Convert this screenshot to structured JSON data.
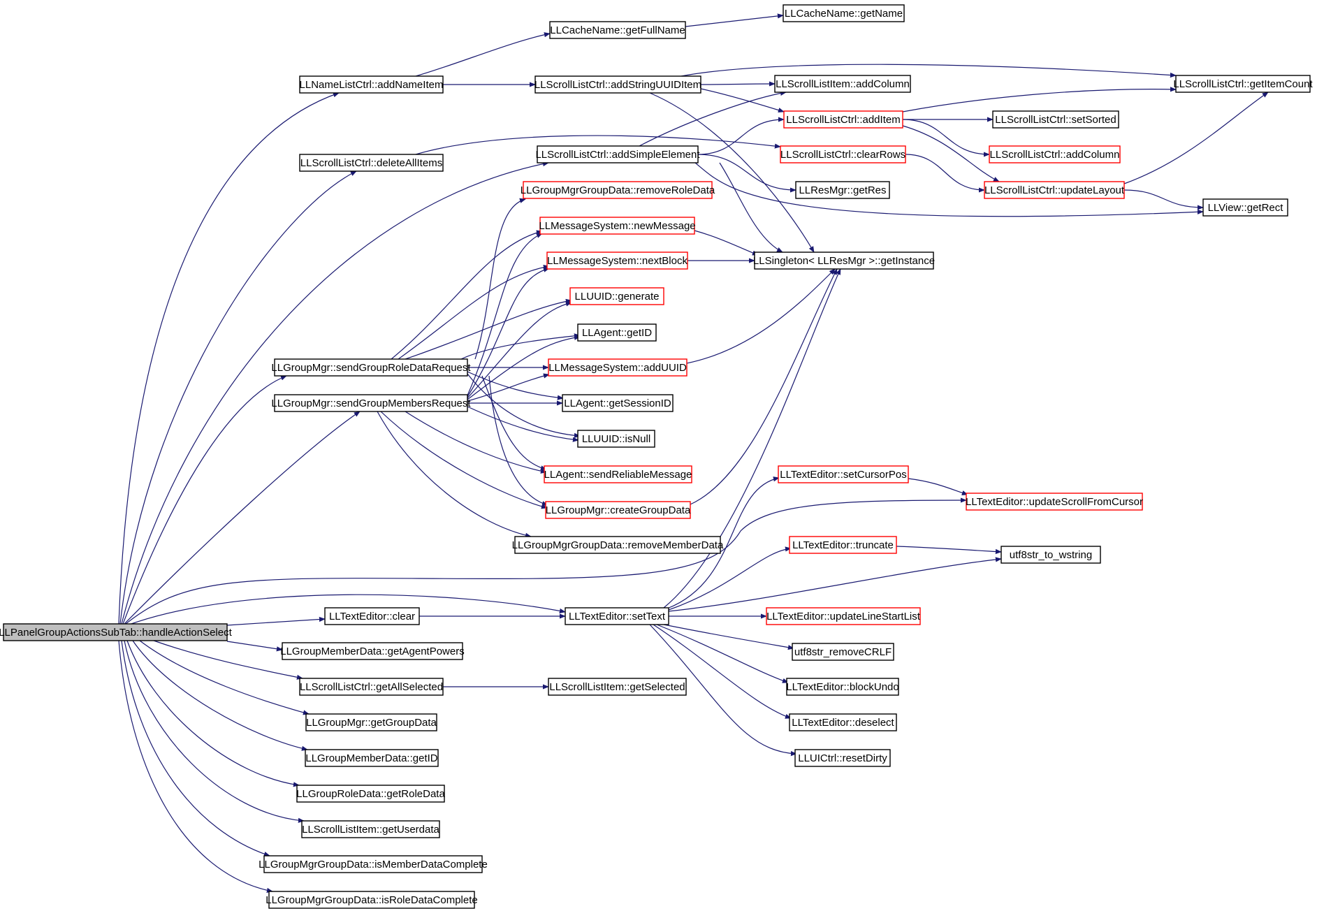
{
  "colors": {
    "edge": "#191970",
    "border_default": "#000000",
    "border_truncated": "#ff0000",
    "root_fill": "#bfbfbf",
    "background": "#ffffff",
    "text": "#000000"
  },
  "nodes": [
    {
      "id": "root",
      "label": "LLPanelGroupActionsSubTab::handleActionSelect",
      "style": "root"
    },
    {
      "id": "cache_getFullName",
      "label": "LLCacheName::getFullName",
      "style": "default"
    },
    {
      "id": "cache_getName",
      "label": "LLCacheName::getName",
      "style": "default"
    },
    {
      "id": "name_addNameItem",
      "label": "LLNameListCtrl::addNameItem",
      "style": "default"
    },
    {
      "id": "sl_addStringUUIDItem",
      "label": "LLScrollListCtrl::addStringUUIDItem",
      "style": "default"
    },
    {
      "id": "sli_addColumn",
      "label": "LLScrollListItem::addColumn",
      "style": "default"
    },
    {
      "id": "sl_getItemCount",
      "label": "LLScrollListCtrl::getItemCount",
      "style": "default"
    },
    {
      "id": "sl_addItem",
      "label": "LLScrollListCtrl::addItem",
      "style": "truncated"
    },
    {
      "id": "sl_setSorted",
      "label": "LLScrollListCtrl::setSorted",
      "style": "default"
    },
    {
      "id": "sl_deleteAllItems",
      "label": "LLScrollListCtrl::deleteAllItems",
      "style": "default"
    },
    {
      "id": "sl_addSimpleElement",
      "label": "LLScrollListCtrl::addSimpleElement",
      "style": "default"
    },
    {
      "id": "sl_clearRows",
      "label": "LLScrollListCtrl::clearRows",
      "style": "truncated"
    },
    {
      "id": "sl_addColumn",
      "label": "LLScrollListCtrl::addColumn",
      "style": "truncated"
    },
    {
      "id": "res_getRes",
      "label": "LLResMgr::getRes",
      "style": "default"
    },
    {
      "id": "sl_updateLayout",
      "label": "LLScrollListCtrl::updateLayout",
      "style": "truncated"
    },
    {
      "id": "gmgd_removeRoleData",
      "label": "LLGroupMgrGroupData::removeRoleData",
      "style": "truncated"
    },
    {
      "id": "view_getRect",
      "label": "LLView::getRect",
      "style": "default"
    },
    {
      "id": "msg_newMessage",
      "label": "LLMessageSystem::newMessage",
      "style": "truncated"
    },
    {
      "id": "msg_nextBlock",
      "label": "LLMessageSystem::nextBlock",
      "style": "truncated"
    },
    {
      "id": "singleton_getInstance",
      "label": "LLSingleton< LLResMgr >::getInstance",
      "style": "default"
    },
    {
      "id": "uuid_generate",
      "label": "LLUUID::generate",
      "style": "truncated"
    },
    {
      "id": "agent_getID",
      "label": "LLAgent::getID",
      "style": "default"
    },
    {
      "id": "gm_sendGroupRoleDataRequest",
      "label": "LLGroupMgr::sendGroupRoleDataRequest",
      "style": "default"
    },
    {
      "id": "msg_addUUID",
      "label": "LLMessageSystem::addUUID",
      "style": "truncated"
    },
    {
      "id": "gm_sendGroupMembersRequest",
      "label": "LLGroupMgr::sendGroupMembersRequest",
      "style": "default"
    },
    {
      "id": "agent_getSessionID",
      "label": "LLAgent::getSessionID",
      "style": "default"
    },
    {
      "id": "uuid_isNull",
      "label": "LLUUID::isNull",
      "style": "default"
    },
    {
      "id": "agent_sendReliableMessage",
      "label": "LLAgent::sendReliableMessage",
      "style": "truncated"
    },
    {
      "id": "te_setCursorPos",
      "label": "LLTextEditor::setCursorPos",
      "style": "truncated"
    },
    {
      "id": "te_updateScrollFromCursor",
      "label": "LLTextEditor::updateScrollFromCursor",
      "style": "truncated"
    },
    {
      "id": "gm_createGroupData",
      "label": "LLGroupMgr::createGroupData",
      "style": "truncated"
    },
    {
      "id": "gmgd_removeMemberData",
      "label": "LLGroupMgrGroupData::removeMemberData",
      "style": "default"
    },
    {
      "id": "te_truncate",
      "label": "LLTextEditor::truncate",
      "style": "truncated"
    },
    {
      "id": "utf8str_to_wstring",
      "label": "utf8str_to_wstring",
      "style": "default"
    },
    {
      "id": "te_clear",
      "label": "LLTextEditor::clear",
      "style": "default"
    },
    {
      "id": "te_setText",
      "label": "LLTextEditor::setText",
      "style": "default"
    },
    {
      "id": "te_updateLineStartList",
      "label": "LLTextEditor::updateLineStartList",
      "style": "truncated"
    },
    {
      "id": "gmd_getAgentPowers",
      "label": "LLGroupMemberData::getAgentPowers",
      "style": "default"
    },
    {
      "id": "utf8str_removeCRLF",
      "label": "utf8str_removeCRLF",
      "style": "default"
    },
    {
      "id": "sl_getAllSelected",
      "label": "LLScrollListCtrl::getAllSelected",
      "style": "default"
    },
    {
      "id": "sli_getSelected",
      "label": "LLScrollListItem::getSelected",
      "style": "default"
    },
    {
      "id": "te_blockUndo",
      "label": "LLTextEditor::blockUndo",
      "style": "default"
    },
    {
      "id": "gm_getGroupData",
      "label": "LLGroupMgr::getGroupData",
      "style": "default"
    },
    {
      "id": "te_deselect",
      "label": "LLTextEditor::deselect",
      "style": "default"
    },
    {
      "id": "gmd_getID",
      "label": "LLGroupMemberData::getID",
      "style": "default"
    },
    {
      "id": "uictrl_resetDirty",
      "label": "LLUICtrl::resetDirty",
      "style": "default"
    },
    {
      "id": "grd_getRoleData",
      "label": "LLGroupRoleData::getRoleData",
      "style": "default"
    },
    {
      "id": "sli_getUserdata",
      "label": "LLScrollListItem::getUserdata",
      "style": "default"
    },
    {
      "id": "gmgd_isMemberDataComplete",
      "label": "LLGroupMgrGroupData::isMemberDataComplete",
      "style": "default"
    },
    {
      "id": "gmgd_isRoleDataComplete",
      "label": "LLGroupMgrGroupData::isRoleDataComplete",
      "style": "default"
    }
  ],
  "edges": [
    [
      "root",
      "name_addNameItem"
    ],
    [
      "root",
      "sl_deleteAllItems"
    ],
    [
      "root",
      "sl_addSimpleElement"
    ],
    [
      "root",
      "gm_sendGroupRoleDataRequest"
    ],
    [
      "root",
      "gm_sendGroupMembersRequest"
    ],
    [
      "root",
      "te_clear"
    ],
    [
      "root",
      "te_setText"
    ],
    [
      "root",
      "te_updateScrollFromCursor"
    ],
    [
      "root",
      "gmd_getAgentPowers"
    ],
    [
      "root",
      "sl_getAllSelected"
    ],
    [
      "root",
      "gm_getGroupData"
    ],
    [
      "root",
      "gmd_getID"
    ],
    [
      "root",
      "grd_getRoleData"
    ],
    [
      "root",
      "sli_getUserdata"
    ],
    [
      "root",
      "gmgd_isMemberDataComplete"
    ],
    [
      "root",
      "gmgd_isRoleDataComplete"
    ],
    [
      "name_addNameItem",
      "cache_getFullName"
    ],
    [
      "name_addNameItem",
      "sl_addStringUUIDItem"
    ],
    [
      "cache_getFullName",
      "cache_getName"
    ],
    [
      "sl_addStringUUIDItem",
      "sli_addColumn"
    ],
    [
      "sl_addStringUUIDItem",
      "sl_getItemCount"
    ],
    [
      "sl_addStringUUIDItem",
      "sl_addItem"
    ],
    [
      "sl_addStringUUIDItem",
      "singleton_getInstance"
    ],
    [
      "sl_deleteAllItems",
      "sl_clearRows"
    ],
    [
      "sl_addSimpleElement",
      "sli_addColumn"
    ],
    [
      "sl_addSimpleElement",
      "sl_addItem"
    ],
    [
      "sl_addSimpleElement",
      "res_getRes"
    ],
    [
      "sl_addSimpleElement",
      "view_getRect"
    ],
    [
      "sl_addSimpleElement",
      "singleton_getInstance"
    ],
    [
      "sl_addItem",
      "sl_getItemCount"
    ],
    [
      "sl_addItem",
      "sl_setSorted"
    ],
    [
      "sl_addItem",
      "sl_addColumn"
    ],
    [
      "sl_addItem",
      "sl_updateLayout"
    ],
    [
      "sl_clearRows",
      "sl_updateLayout"
    ],
    [
      "sl_updateLayout",
      "sl_getItemCount"
    ],
    [
      "sl_updateLayout",
      "view_getRect"
    ],
    [
      "gm_sendGroupRoleDataRequest",
      "gmgd_removeRoleData"
    ],
    [
      "gm_sendGroupRoleDataRequest",
      "msg_newMessage"
    ],
    [
      "gm_sendGroupRoleDataRequest",
      "msg_nextBlock"
    ],
    [
      "gm_sendGroupRoleDataRequest",
      "uuid_generate"
    ],
    [
      "gm_sendGroupRoleDataRequest",
      "agent_getID"
    ],
    [
      "gm_sendGroupRoleDataRequest",
      "msg_addUUID"
    ],
    [
      "gm_sendGroupRoleDataRequest",
      "agent_getSessionID"
    ],
    [
      "gm_sendGroupRoleDataRequest",
      "uuid_isNull"
    ],
    [
      "gm_sendGroupRoleDataRequest",
      "agent_sendReliableMessage"
    ],
    [
      "gm_sendGroupRoleDataRequest",
      "gm_createGroupData"
    ],
    [
      "gm_sendGroupMembersRequest",
      "msg_newMessage"
    ],
    [
      "gm_sendGroupMembersRequest",
      "msg_nextBlock"
    ],
    [
      "gm_sendGroupMembersRequest",
      "uuid_generate"
    ],
    [
      "gm_sendGroupMembersRequest",
      "agent_getID"
    ],
    [
      "gm_sendGroupMembersRequest",
      "msg_addUUID"
    ],
    [
      "gm_sendGroupMembersRequest",
      "agent_getSessionID"
    ],
    [
      "gm_sendGroupMembersRequest",
      "uuid_isNull"
    ],
    [
      "gm_sendGroupMembersRequest",
      "agent_sendReliableMessage"
    ],
    [
      "gm_sendGroupMembersRequest",
      "gm_createGroupData"
    ],
    [
      "gm_sendGroupMembersRequest",
      "gmgd_removeMemberData"
    ],
    [
      "msg_newMessage",
      "singleton_getInstance"
    ],
    [
      "msg_nextBlock",
      "singleton_getInstance"
    ],
    [
      "msg_addUUID",
      "singleton_getInstance"
    ],
    [
      "gm_createGroupData",
      "singleton_getInstance"
    ],
    [
      "te_setCursorPos",
      "te_updateScrollFromCursor"
    ],
    [
      "te_truncate",
      "utf8str_to_wstring"
    ],
    [
      "te_clear",
      "te_setText"
    ],
    [
      "te_setText",
      "te_setCursorPos"
    ],
    [
      "te_setText",
      "singleton_getInstance"
    ],
    [
      "te_setText",
      "te_truncate"
    ],
    [
      "te_setText",
      "utf8str_to_wstring"
    ],
    [
      "te_setText",
      "te_updateLineStartList"
    ],
    [
      "te_setText",
      "utf8str_removeCRLF"
    ],
    [
      "te_setText",
      "te_blockUndo"
    ],
    [
      "te_setText",
      "te_deselect"
    ],
    [
      "te_setText",
      "uictrl_resetDirty"
    ],
    [
      "sl_getAllSelected",
      "sli_getSelected"
    ]
  ]
}
